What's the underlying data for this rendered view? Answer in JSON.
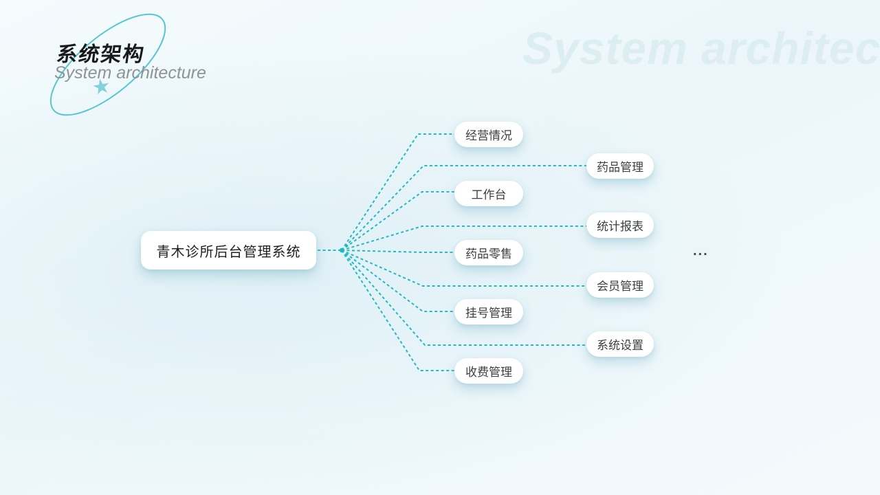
{
  "header": {
    "title_zh": "系统架构",
    "subtitle_en": "System architecture",
    "star_glyph": "★",
    "star_color": "#84d2d9",
    "ellipse_color": "#54c7ce"
  },
  "watermark": {
    "text": "System architecture",
    "color": "#ddeef2"
  },
  "mindmap": {
    "line_color": "#21b9c1",
    "root": {
      "label": "青木诊所后台管理系统"
    },
    "branches_col1": [
      {
        "label": "经营情况"
      },
      {
        "label": "工作台"
      },
      {
        "label": "药品零售"
      },
      {
        "label": "挂号管理"
      },
      {
        "label": "收费管理"
      }
    ],
    "branches_col2": [
      {
        "label": "药品管理"
      },
      {
        "label": "统计报表"
      },
      {
        "label": "会员管理"
      },
      {
        "label": "系统设置"
      }
    ],
    "more_label": "..."
  }
}
